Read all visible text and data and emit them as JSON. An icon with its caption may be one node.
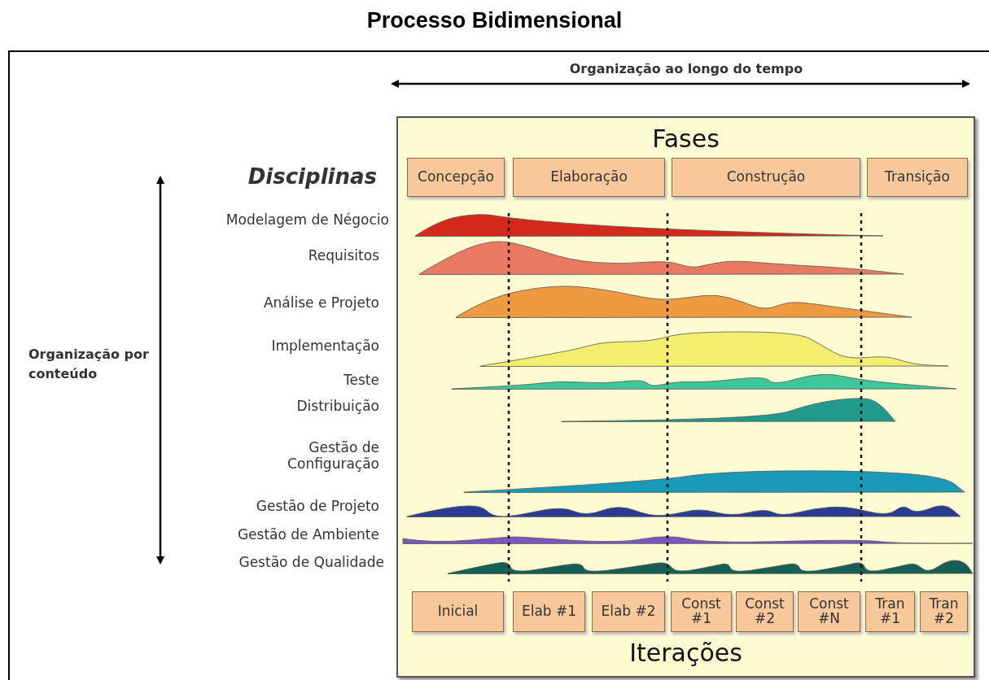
{
  "diagram": {
    "title": "Processo Bidimensional",
    "nodes": [
      {
        "text": [
          "Fases",
          "Iterações"
        ]
      },
      {
        "text": [
          "Concepção"
        ],
        "in": 0
      },
      {
        "text": [
          "Elaboração"
        ],
        "in": 0
      },
      {
        "text": [
          "Construção"
        ],
        "in": 0
      },
      {
        "text": [
          "Transição"
        ],
        "in": 0
      },
      {
        "text": [
          "Inicial"
        ],
        "in": 0
      },
      {
        "text": [
          "Elab #1"
        ],
        "in": 0
      },
      {
        "text": [
          "Elab #2"
        ],
        "in": 0
      },
      {
        "text": [
          "Const #1"
        ],
        "in": 0
      },
      {
        "text": [
          "Const #2"
        ],
        "in": 0
      },
      {
        "text": [
          "Const #N"
        ],
        "in": 0
      },
      {
        "text": [
          "Tran #1"
        ],
        "in": 0
      },
      {
        "text": [
          "Tran #2"
        ],
        "in": 0
      }
    ],
    "edges": [],
    "labels": [
      "Organização ao longo do tempo",
      "Disciplinas",
      "Modelagem de Négocio",
      "Requisitos",
      "Análise e Projeto",
      "Implementação",
      "Teste",
      "Distribuição",
      "Gestão de Configuração",
      "Gestão de Projeto",
      "Gestão de Ambiente",
      "Gestão de Qualidade",
      "Organização por conteúdo"
    ]
  }
}
